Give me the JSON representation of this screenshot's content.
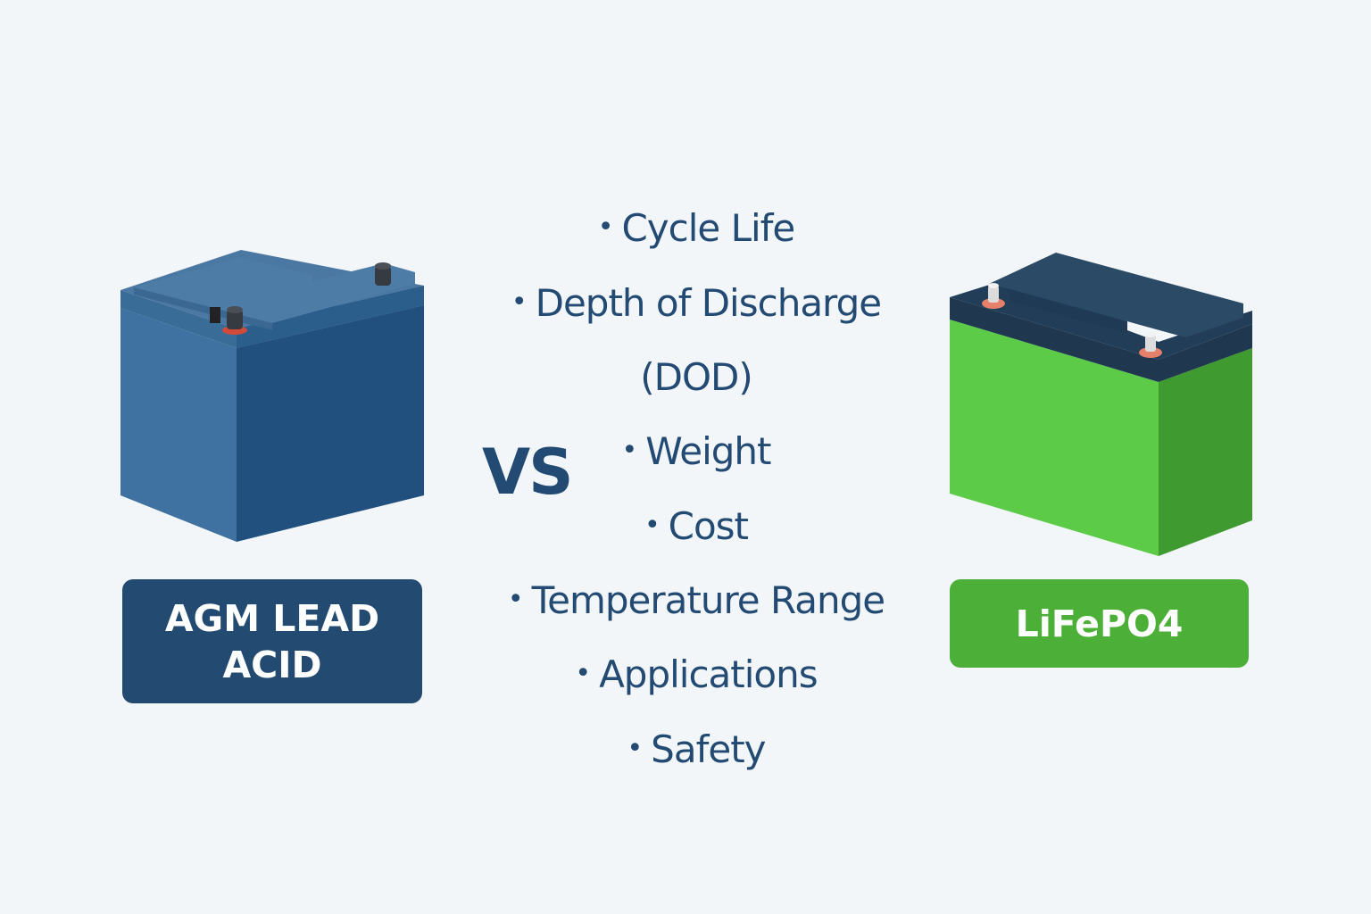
{
  "left": {
    "label": "AGM LEAD ACID",
    "label_lines": [
      "AGM LEAD",
      "ACID"
    ],
    "colors": {
      "body_front": "#22507e",
      "body_side": "#3b6e9c",
      "lid": "#4a77a0",
      "badge": "#234a71"
    }
  },
  "right": {
    "label": "LiFePO4",
    "colors": {
      "body_front": "#5ccb48",
      "body_side": "#3f9a30",
      "lid": "#243f5a",
      "badge": "#4caf38"
    }
  },
  "vs_label": "VS",
  "features": {
    "bullet": "•",
    "items": [
      "Cycle Life",
      "Depth of Discharge",
      "(DOD)",
      "Weight",
      "Cost",
      "Temperature Range",
      "Applications",
      "Safety"
    ]
  },
  "colors": {
    "background": "#f3f6f9",
    "text": "#224a72"
  }
}
